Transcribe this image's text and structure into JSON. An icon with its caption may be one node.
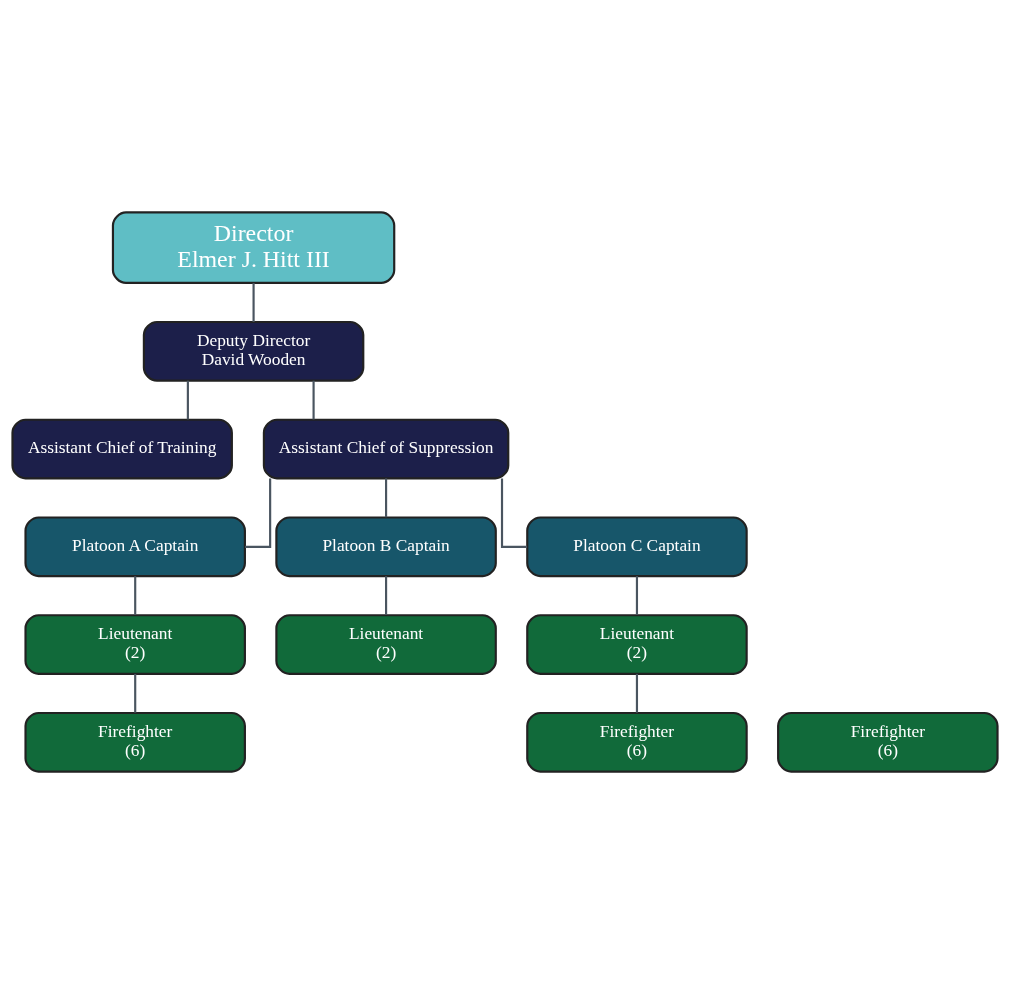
{
  "diagram": {
    "nodes": [
      {
        "text": [
          "Director",
          "Elmer J. Hitt III"
        ]
      },
      {
        "text": [
          "Deputy Director",
          "David Wooden"
        ]
      },
      {
        "text": [
          "Assistant Chief of Training"
        ]
      },
      {
        "text": [
          "Assistant Chief of Suppression"
        ]
      },
      {
        "text": [
          "Platoon A Captain"
        ]
      },
      {
        "text": [
          "Platoon B Captain"
        ]
      },
      {
        "text": [
          "Platoon C Captain"
        ]
      },
      {
        "text": [
          "Lieutenant",
          "(2)"
        ]
      },
      {
        "text": [
          "Lieutenant",
          "(2)"
        ]
      },
      {
        "text": [
          "Lieutenant",
          "(2)"
        ]
      },
      {
        "text": [
          "Firefighter",
          "(6)"
        ]
      },
      {
        "text": [
          "Firefighter",
          "(6)"
        ]
      },
      {
        "text": [
          "Firefighter",
          "(6)"
        ]
      }
    ],
    "edges": [
      {
        "from": 0,
        "to": 1,
        "arrow": "none"
      },
      {
        "from": 1,
        "to": 2,
        "arrow": "none"
      },
      {
        "from": 1,
        "to": 3,
        "arrow": "none"
      },
      {
        "from": 3,
        "to": 4,
        "arrow": "none"
      },
      {
        "from": 3,
        "to": 5,
        "arrow": "none"
      },
      {
        "from": 3,
        "to": 6,
        "arrow": "none"
      },
      {
        "from": 4,
        "to": 7,
        "arrow": "none"
      },
      {
        "from": 5,
        "to": 8,
        "arrow": "none"
      },
      {
        "from": 6,
        "to": 9,
        "arrow": "none"
      },
      {
        "from": 7,
        "to": 10,
        "arrow": "none"
      },
      {
        "from": 9,
        "to": 12,
        "arrow": "none"
      }
    ]
  }
}
